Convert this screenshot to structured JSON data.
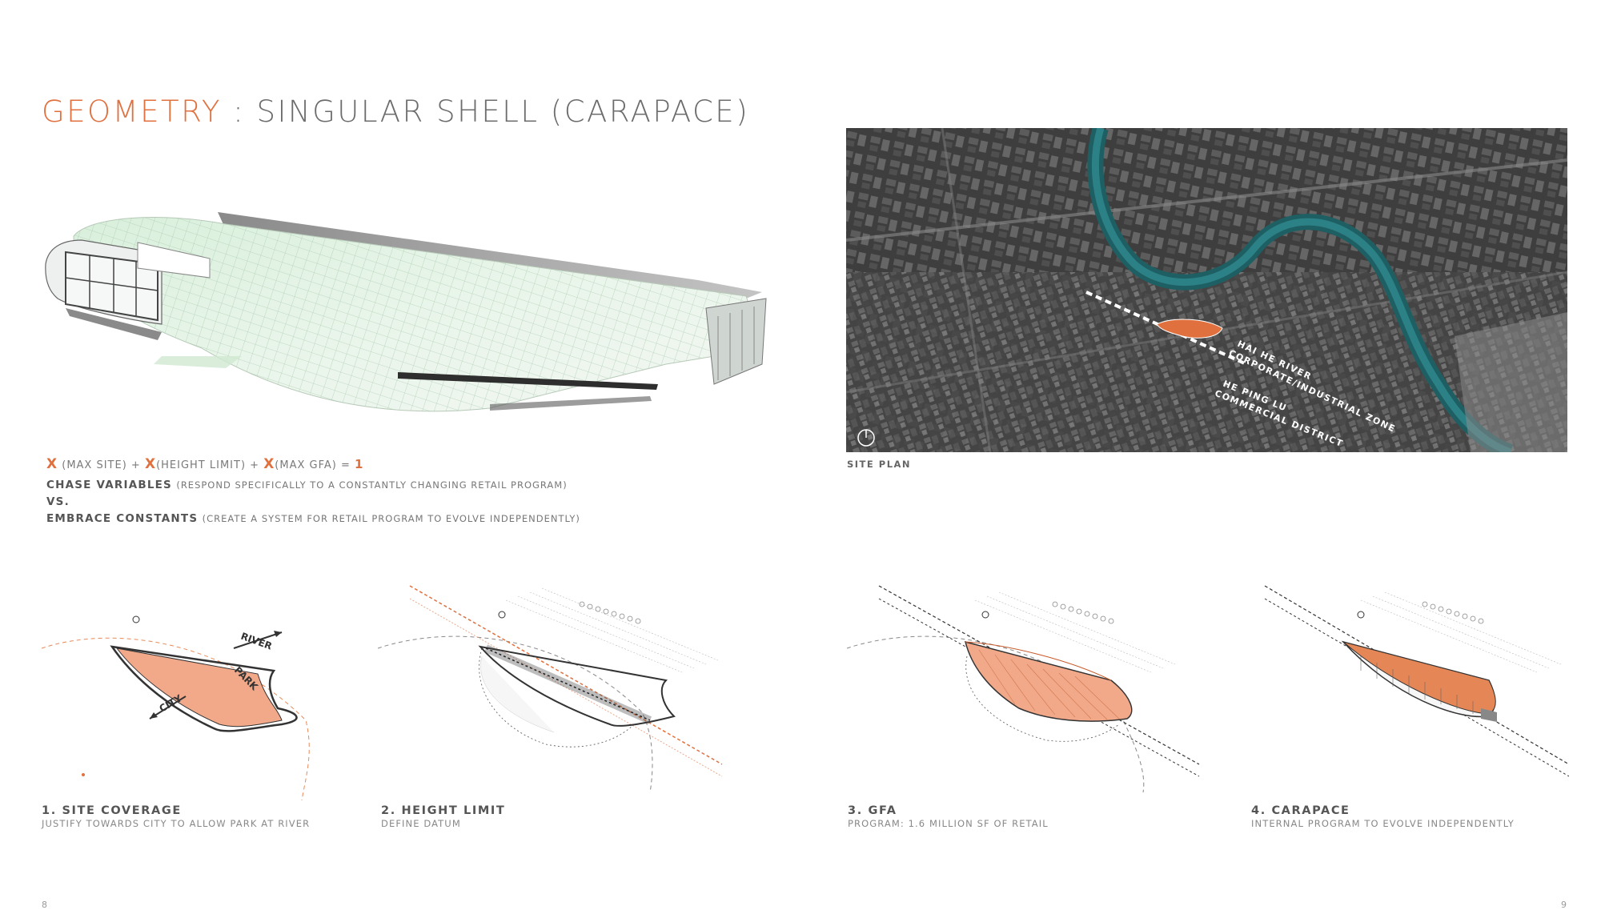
{
  "page": {
    "title_accent": "GEOMETRY",
    "title_rest": " : SINGULAR SHELL (CARAPACE)",
    "page_left": "8",
    "page_right": "9",
    "accent_color": "#e0713f"
  },
  "formula": {
    "x_symbol": "X",
    "term1": "(MAX SITE) +",
    "term2": "(HEIGHT LIMIT) +",
    "term3": "(MAX GFA) =",
    "result": "1"
  },
  "statements": {
    "chase_bold": "CHASE VARIABLES",
    "chase_note": "(RESPOND SPECIFICALLY TO A CONSTANTLY CHANGING RETAIL PROGRAM)",
    "vs": "VS.",
    "embrace_bold": "EMBRACE CONSTANTS",
    "embrace_note": "(CREATE A SYSTEM FOR RETAIL PROGRAM TO EVOLVE INDEPENDENTLY)"
  },
  "site_plan": {
    "caption": "SITE PLAN",
    "label_river": "HAI HE RIVER",
    "label_zone": "CORPORATE/INDUSTRIAL ZONE",
    "label_road": "HE PING LU",
    "label_district": "COMMERCIAL DISTRICT"
  },
  "diagrams": [
    {
      "title": "1. SITE COVERAGE",
      "subtitle": "JUSTIFY TOWARDS CITY TO ALLOW PARK AT RIVER",
      "label_river": "RIVER",
      "label_park": "PARK",
      "label_city": "CITY"
    },
    {
      "title": "2. HEIGHT LIMIT",
      "subtitle": "DEFINE DATUM"
    },
    {
      "title": "3. GFA",
      "subtitle": "PROGRAM: 1.6 MILLION SF OF RETAIL"
    },
    {
      "title": "4. CARAPACE",
      "subtitle": "INTERNAL PROGRAM TO EVOLVE INDEPENDENTLY"
    }
  ]
}
